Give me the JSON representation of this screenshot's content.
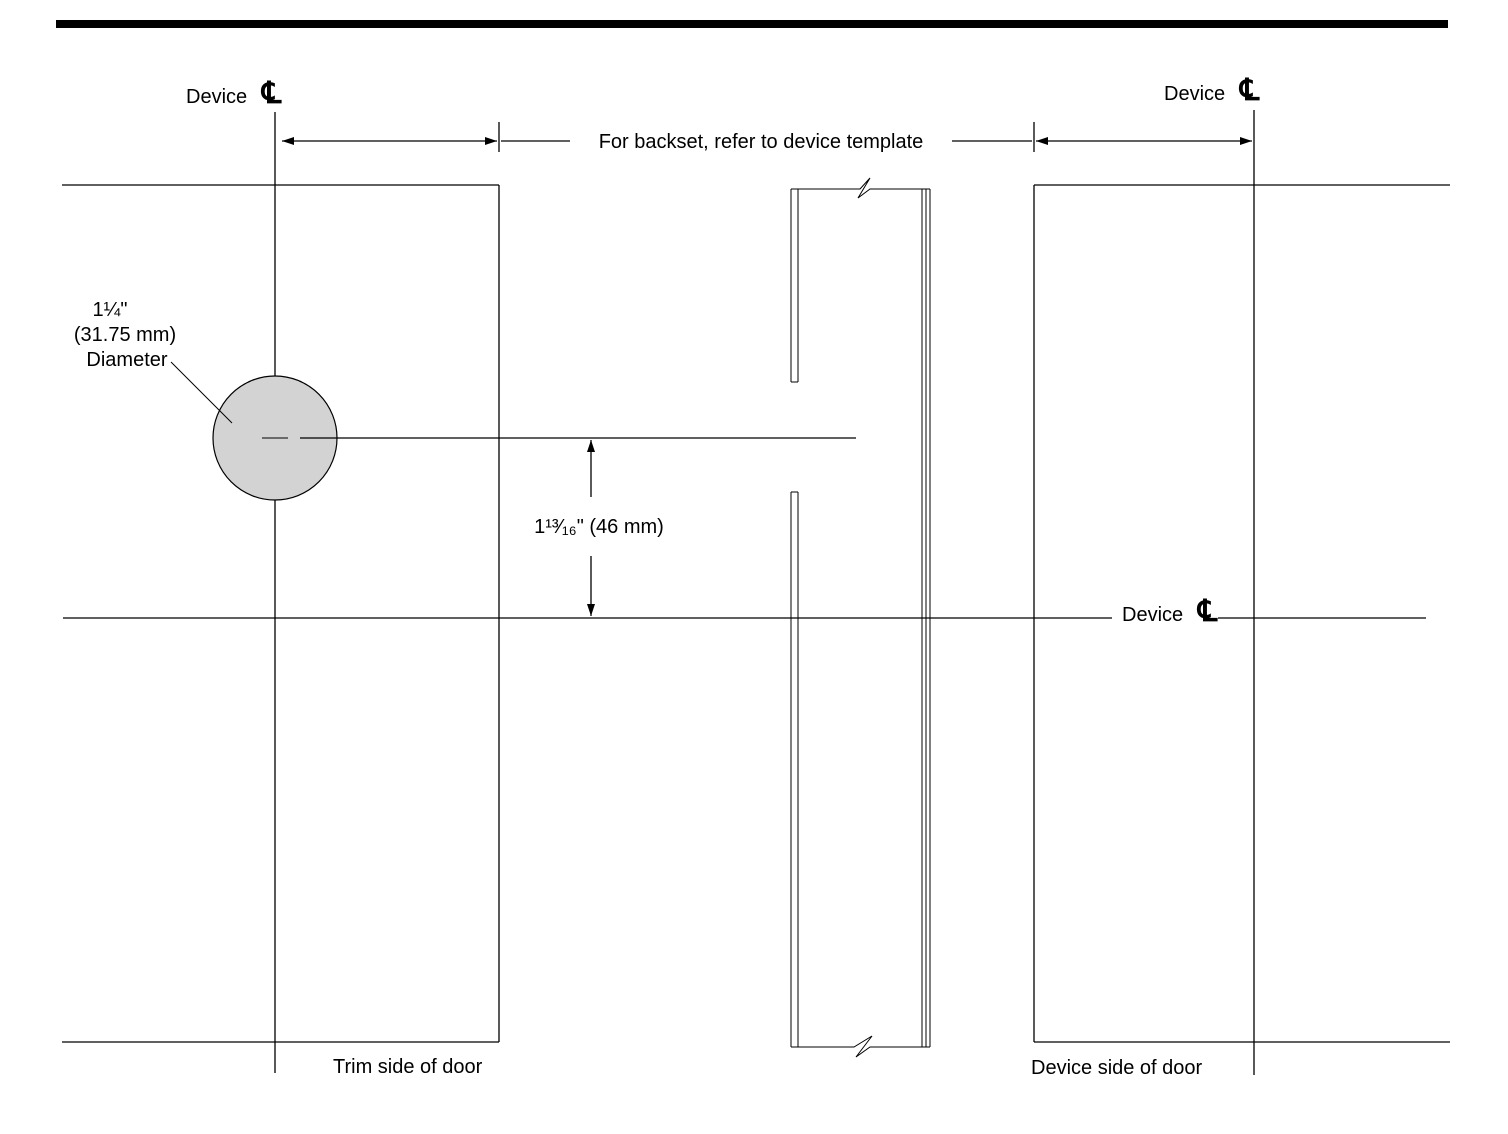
{
  "device_centerline_label": "Device",
  "centerline_symbol": "℄",
  "backset_note": "For backset, refer to device template",
  "hole": {
    "size_in": "1¼\"",
    "size_mm": "(31.75 mm)",
    "size_word": "Diameter",
    "fill_color": "#d3d3d3"
  },
  "offset_dimension": "1¹³⁄₁₆\" (46 mm)",
  "trim_side_label": "Trim side of door",
  "device_side_label": "Device side of door"
}
